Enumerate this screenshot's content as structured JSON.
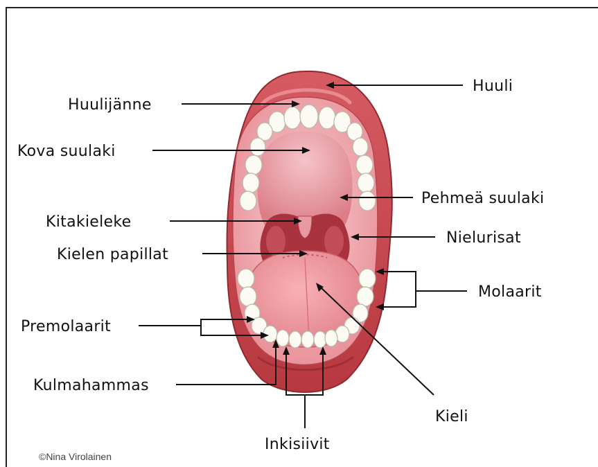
{
  "labels": {
    "huuli": "Huuli",
    "huulijanne": "Huulijänne",
    "kova_suulaki": "Kova suulaki",
    "pehmea_suulaki": "Pehmeä suulaki",
    "kitakieleke": "Kitakieleke",
    "nielurisat": "Nielurisat",
    "kielen_papillat": "Kielen papillat",
    "molaarit": "Molaarit",
    "premolaarit": "Premolaarit",
    "kulmahammas": "Kulmahammas",
    "kieli": "Kieli",
    "inkisiivit": "Inkisiivit"
  },
  "credit": "©Nina Virolainen",
  "colors": {
    "lip": "#c8484f",
    "lip_dark": "#9e2f36",
    "mouth_inner": "#f2b9bd",
    "palate": "#e89aa3",
    "throat": "#a8323e",
    "tongue": "#ef9aa0",
    "teeth": "#fbfbf4",
    "gum": "#f6c9c9"
  }
}
